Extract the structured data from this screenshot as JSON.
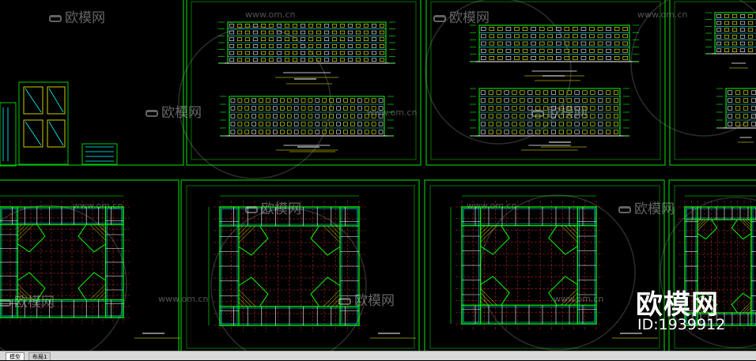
{
  "watermark": {
    "brand": "欧模网",
    "url": "www.om.cn",
    "id": "ID:1939912"
  },
  "tabs": [
    {
      "label": "模型",
      "active": true
    },
    {
      "label": "布局1",
      "active": false
    }
  ],
  "colors": {
    "background": "#000000",
    "line_green": "#00ff00",
    "line_yellow": "#ffff00",
    "line_cyan": "#00ffff",
    "line_red": "#ff3030",
    "line_white": "#ffffff"
  }
}
